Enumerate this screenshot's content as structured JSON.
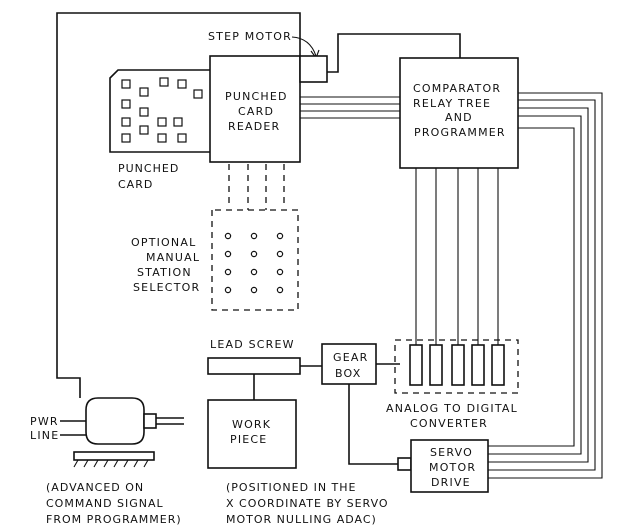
{
  "labels": {
    "step_motor": "STEP MOTOR",
    "reader_1": "PUNCHED",
    "reader_2": "CARD",
    "reader_3": "READER",
    "comparator_1": "COMPARATOR",
    "comparator_2": "RELAY TREE",
    "comparator_3": "AND",
    "comparator_4": "PROGRAMMER",
    "card_1": "PUNCHED",
    "card_2": "CARD",
    "selector_1": "OPTIONAL",
    "selector_2": "MANUAL",
    "selector_3": "STATION",
    "selector_4": "SELECTOR",
    "lead_screw": "LEAD SCREW",
    "gear_1": "GEAR",
    "gear_2": "BOX",
    "adc_1": "ANALOG TO DIGITAL",
    "adc_2": "CONVERTER",
    "pwr_1": "PWR",
    "pwr_2": "LINE",
    "work_1": "WORK",
    "work_2": "PIECE",
    "servo_1": "SERVO",
    "servo_2": "MOTOR",
    "servo_3": "DRIVE",
    "note_left_1": "(ADVANCED ON",
    "note_left_2": "COMMAND SIGNAL",
    "note_left_3": "FROM PROGRAMMER)",
    "note_mid_1": "(POSITIONED IN THE",
    "note_mid_2": "X COORDINATE BY SERVO",
    "note_mid_3": "MOTOR NULLING ADAC)"
  }
}
